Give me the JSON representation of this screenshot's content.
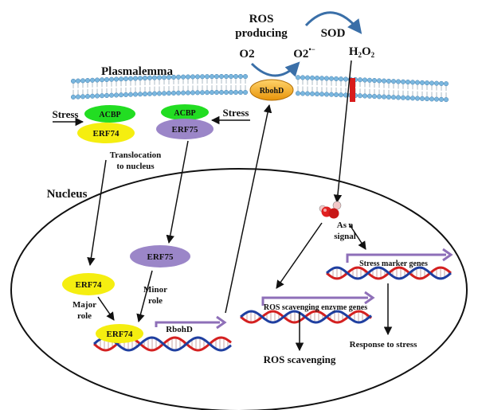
{
  "labels": {
    "ros_producing": [
      "ROS",
      "producing"
    ],
    "sod": "SOD",
    "o2": "O2",
    "superoxide": "O2",
    "superoxide_charge": "•−",
    "h2o2": "H2O2",
    "plasmalemma": "Plasmalemma",
    "rbohd_membrane": "RbohD",
    "stress_left": "Stress",
    "stress_right": "Stress",
    "acbp_left": "ACBP",
    "acbp_right": "ACBP",
    "erf74_top": "ERF74",
    "erf75_top": "ERF75",
    "translocation": [
      "Translocation",
      "to nucleus"
    ],
    "nucleus": "Nucleus",
    "erf75_nuc": "ERF75",
    "erf74_nuc": "ERF74",
    "minor_role": [
      "Minor",
      "role"
    ],
    "major_role": [
      "Major",
      "role"
    ],
    "erf74_dna": "ERF74",
    "rbohd_gene": "RbohD",
    "as_a_signal": [
      "As a",
      "signal"
    ],
    "stress_marker_genes": "Stress marker genes",
    "ros_scavenging_genes": "ROS scavenging enzyme genes",
    "ros_scavenging": "ROS scavenging",
    "response_to_stress": "Response to stress"
  },
  "colors": {
    "acbp": "#22dd22",
    "erf74": "#f5ee10",
    "erf75": "#9b86c8",
    "rbohd": "#f4ad1f",
    "arrow_blue": "#3a6fa8",
    "gene_arrow": "#8e6fb8",
    "dna_red": "#d42020",
    "dna_blue": "#1f3fa0",
    "membrane_head": "#7ab7df",
    "channel": "#d81b1b"
  }
}
